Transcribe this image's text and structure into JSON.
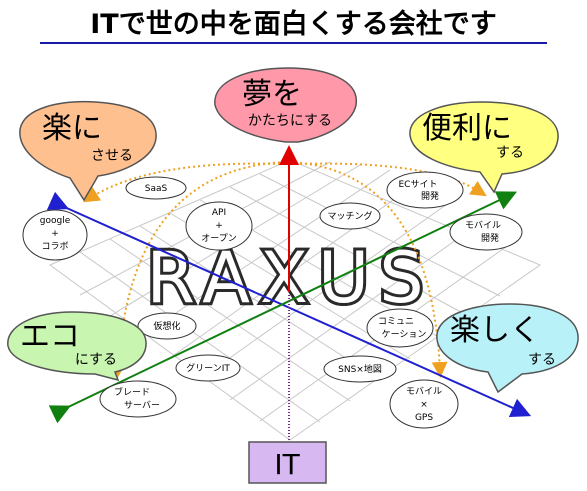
{
  "title": "ITで世の中を面白くする会社です",
  "logo_text": "RAXUS",
  "center_label": "IT",
  "callouts": [
    {
      "id": "yume",
      "main": "夢を",
      "sub": "かたちにする",
      "color": "#ff99aa"
    },
    {
      "id": "raku",
      "main": "楽に",
      "sub": "させる",
      "color": "#ffc090"
    },
    {
      "id": "benri",
      "main": "便利に",
      "sub": "する",
      "color": "#ffff80"
    },
    {
      "id": "eco",
      "main": "エコ",
      "sub": "にする",
      "color": "#c8f5b0"
    },
    {
      "id": "tanoshiku",
      "main": "楽しく",
      "sub": "する",
      "color": "#b8f2f8"
    }
  ],
  "bubbles": [
    {
      "id": "saas",
      "lines": [
        "SaaS"
      ]
    },
    {
      "id": "google",
      "lines": [
        "google",
        "+",
        "コラボ"
      ]
    },
    {
      "id": "api",
      "lines": [
        "API",
        "+",
        "オープン"
      ]
    },
    {
      "id": "matching",
      "lines": [
        "マッチング"
      ]
    },
    {
      "id": "ecsite",
      "lines": [
        "ECサイト",
        "開発"
      ]
    },
    {
      "id": "mobile-dev",
      "lines": [
        "モバイル",
        "開発"
      ]
    },
    {
      "id": "kasouka",
      "lines": [
        "仮想化"
      ]
    },
    {
      "id": "community",
      "lines": [
        "コミュニ",
        "ケーション"
      ]
    },
    {
      "id": "green-it",
      "lines": [
        "グリーンIT"
      ]
    },
    {
      "id": "sns-map",
      "lines": [
        "SNS×地図"
      ]
    },
    {
      "id": "blade",
      "lines": [
        "ブレード",
        "サーバー"
      ]
    },
    {
      "id": "mobile-gps",
      "lines": [
        "モバイル",
        "×",
        "GPS"
      ]
    }
  ],
  "colors": {
    "title_rule": "#1a1aa8",
    "axis_red": "#e00000",
    "axis_blue": "#2020d0",
    "axis_green": "#108010",
    "arc": "#f0a020",
    "it_box": "#d8b8f0"
  }
}
